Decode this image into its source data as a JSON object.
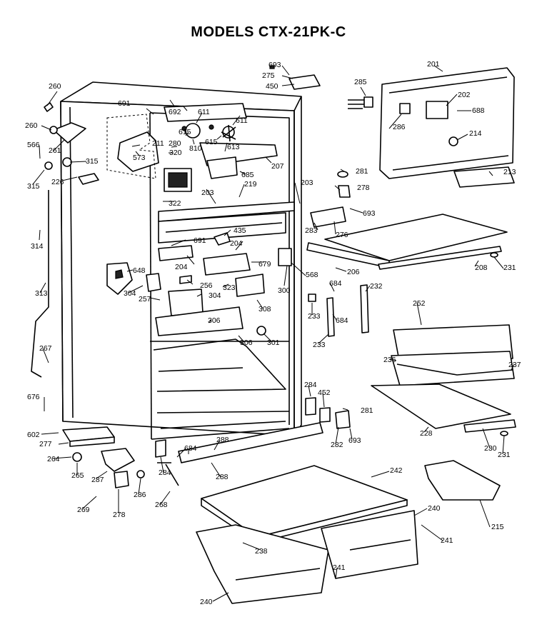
{
  "title": "MODELS CTX-21PK-C",
  "parts": [
    {
      "id": "p693a",
      "label": "693"
    },
    {
      "id": "p275",
      "label": "275"
    },
    {
      "id": "p450",
      "label": "450"
    },
    {
      "id": "p201",
      "label": "201"
    },
    {
      "id": "p202",
      "label": "202"
    },
    {
      "id": "p688",
      "label": "688"
    },
    {
      "id": "p286a",
      "label": "286"
    },
    {
      "id": "p214",
      "label": "214"
    },
    {
      "id": "p285",
      "label": "285"
    },
    {
      "id": "p213",
      "label": "213"
    },
    {
      "id": "p260a",
      "label": "260"
    },
    {
      "id": "p260b",
      "label": "260"
    },
    {
      "id": "p691a",
      "label": "691"
    },
    {
      "id": "p692",
      "label": "692"
    },
    {
      "id": "p611a",
      "label": "611"
    },
    {
      "id": "p611b",
      "label": "611"
    },
    {
      "id": "p615a",
      "label": "615"
    },
    {
      "id": "p615b",
      "label": "615"
    },
    {
      "id": "p810",
      "label": "810"
    },
    {
      "id": "p613",
      "label": "613"
    },
    {
      "id": "p211",
      "label": "211"
    },
    {
      "id": "p280",
      "label": "280"
    },
    {
      "id": "p320",
      "label": "320"
    },
    {
      "id": "p573",
      "label": "573"
    },
    {
      "id": "p207",
      "label": "207"
    },
    {
      "id": "p685",
      "label": "685"
    },
    {
      "id": "p566",
      "label": "566"
    },
    {
      "id": "p261",
      "label": "261"
    },
    {
      "id": "p315a",
      "label": "315"
    },
    {
      "id": "p315b",
      "label": "315"
    },
    {
      "id": "p226",
      "label": "226"
    },
    {
      "id": "p281a",
      "label": "281"
    },
    {
      "id": "p278",
      "label": "278"
    },
    {
      "id": "p203a",
      "label": "203"
    },
    {
      "id": "p219",
      "label": "219"
    },
    {
      "id": "p203b",
      "label": "203"
    },
    {
      "id": "p693b",
      "label": "693"
    },
    {
      "id": "p322",
      "label": "322"
    },
    {
      "id": "p283",
      "label": "283"
    },
    {
      "id": "p276",
      "label": "276"
    },
    {
      "id": "p314",
      "label": "314"
    },
    {
      "id": "p691b",
      "label": "691"
    },
    {
      "id": "p435",
      "label": "435"
    },
    {
      "id": "p204a",
      "label": "204"
    },
    {
      "id": "p204b",
      "label": "204"
    },
    {
      "id": "p206",
      "label": "206"
    },
    {
      "id": "p208",
      "label": "208"
    },
    {
      "id": "p231a",
      "label": "231"
    },
    {
      "id": "p679",
      "label": "679"
    },
    {
      "id": "p568",
      "label": "568"
    },
    {
      "id": "p648",
      "label": "648"
    },
    {
      "id": "p256",
      "label": "256"
    },
    {
      "id": "p323",
      "label": "323"
    },
    {
      "id": "p300",
      "label": "300"
    },
    {
      "id": "p684a",
      "label": "684"
    },
    {
      "id": "p232",
      "label": "232"
    },
    {
      "id": "p313",
      "label": "313"
    },
    {
      "id": "p304a",
      "label": "304"
    },
    {
      "id": "p304b",
      "label": "304"
    },
    {
      "id": "p257",
      "label": "257"
    },
    {
      "id": "p308",
      "label": "308"
    },
    {
      "id": "p233a",
      "label": "233"
    },
    {
      "id": "p684b",
      "label": "684"
    },
    {
      "id": "p252",
      "label": "252"
    },
    {
      "id": "p306a",
      "label": "306"
    },
    {
      "id": "p306b",
      "label": "306"
    },
    {
      "id": "p301",
      "label": "301"
    },
    {
      "id": "p233b",
      "label": "233"
    },
    {
      "id": "p267",
      "label": "267"
    },
    {
      "id": "p236",
      "label": "236"
    },
    {
      "id": "p237",
      "label": "237"
    },
    {
      "id": "p284a",
      "label": "284"
    },
    {
      "id": "p452",
      "label": "452"
    },
    {
      "id": "p676",
      "label": "676"
    },
    {
      "id": "p281b",
      "label": "281"
    },
    {
      "id": "p228",
      "label": "228"
    },
    {
      "id": "p602",
      "label": "602"
    },
    {
      "id": "p277",
      "label": "277"
    },
    {
      "id": "p282",
      "label": "282"
    },
    {
      "id": "p693c",
      "label": "693"
    },
    {
      "id": "p288a",
      "label": "288"
    },
    {
      "id": "p684c",
      "label": "684"
    },
    {
      "id": "p230",
      "label": "230"
    },
    {
      "id": "p231b",
      "label": "231"
    },
    {
      "id": "p264",
      "label": "264"
    },
    {
      "id": "p265",
      "label": "265"
    },
    {
      "id": "p287",
      "label": "287"
    },
    {
      "id": "p284b",
      "label": "284"
    },
    {
      "id": "p288b",
      "label": "288"
    },
    {
      "id": "p242",
      "label": "242"
    },
    {
      "id": "p269",
      "label": "269"
    },
    {
      "id": "p286b",
      "label": "286"
    },
    {
      "id": "p268",
      "label": "268"
    },
    {
      "id": "p278b",
      "label": "278"
    },
    {
      "id": "p240a",
      "label": "240"
    },
    {
      "id": "p215",
      "label": "215"
    },
    {
      "id": "p238",
      "label": "238"
    },
    {
      "id": "p241a",
      "label": "241"
    },
    {
      "id": "p241b",
      "label": "241"
    },
    {
      "id": "p240b",
      "label": "240"
    }
  ]
}
